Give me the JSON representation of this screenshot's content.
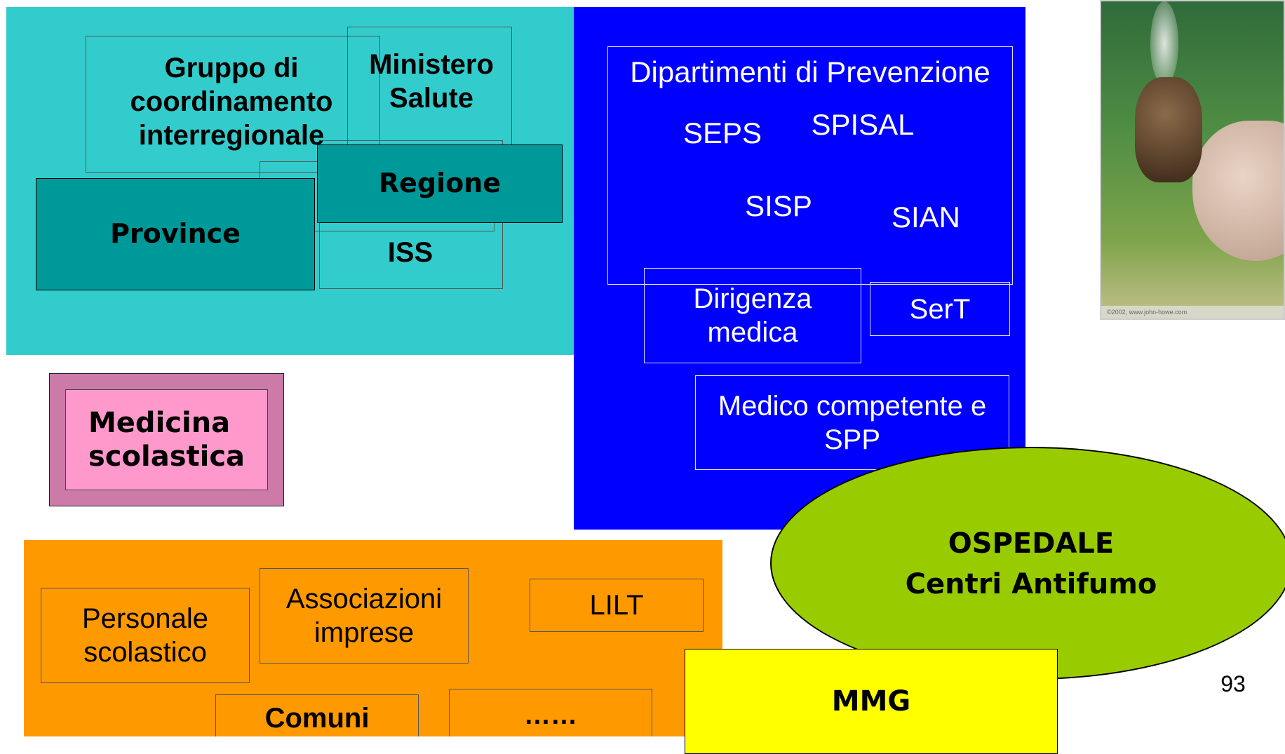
{
  "diagram": {
    "gruppo": "Gruppo di coordinamento interregionale",
    "ministero": "Ministero Salute",
    "regione": "Regione",
    "province": "Province",
    "iss": "ISS",
    "dipartimenti": "Dipartimenti di Prevenzione",
    "seps": "SEPS",
    "spisal": "SPISAL",
    "sisp": "SISP",
    "sian": "SIAN",
    "dirigenza": "Dirigenza medica",
    "sert": "SerT",
    "medico": "Medico competente e SPP",
    "medicina": "Medicina scolastica",
    "ospedale": "OSPEDALE",
    "centri": "Centri Antifumo",
    "mmg": "MMG",
    "personale": "Personale scolastico",
    "associazioni": "Associazioni imprese",
    "lilt": "LILT",
    "comuni": "Comuni",
    "dots": "……",
    "page_number": "93"
  },
  "colors": {
    "cyan_panel": "#33cccc",
    "blue_panel": "#0000ff",
    "orange_panel": "#ff9900",
    "teal_box": "#009999",
    "pink_box": "#ff99cc",
    "green_ellipse": "#99cc00",
    "yellow_box": "#ffff00"
  },
  "photo": {
    "caption": "©2002, www.john-howe.com"
  }
}
